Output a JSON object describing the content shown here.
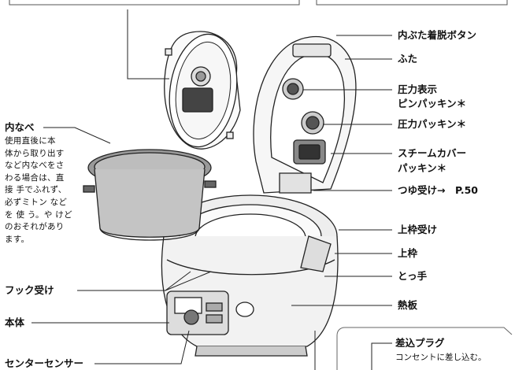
{
  "labels": {
    "inner_lid_button": "内ぶた着脱ボタン",
    "lid": "ふた",
    "pressure_indicator_packing_1": "圧力表示",
    "pressure_indicator_packing_2": "ピンパッキン＊",
    "pressure_packing": "圧力パッキン＊",
    "steam_cover_packing_1": "スチームカバー",
    "steam_cover_packing_2": "パッキン＊",
    "dew_tray": "つゆ受け→　P.50",
    "upper_frame_holder": "上枠受け",
    "upper_frame": "上枠",
    "handle": "とっ手",
    "hot_plate": "熱板",
    "inner_pot": "内なべ",
    "hook_holder": "フック受け",
    "main_body": "本体",
    "center_sensor": "センターセンサー"
  },
  "inner_pot_note": [
    "使用直後に本",
    "体から取り出す",
    "など内なべをさ",
    "わる場合は、直",
    "接 手でふれず、",
    "必ずミトン など",
    "を 使 う。や けど",
    "のおそれがあり",
    "ます。"
  ],
  "plug_box": {
    "title": "差込プラグ",
    "note": "コンセントに差し込む。"
  }
}
